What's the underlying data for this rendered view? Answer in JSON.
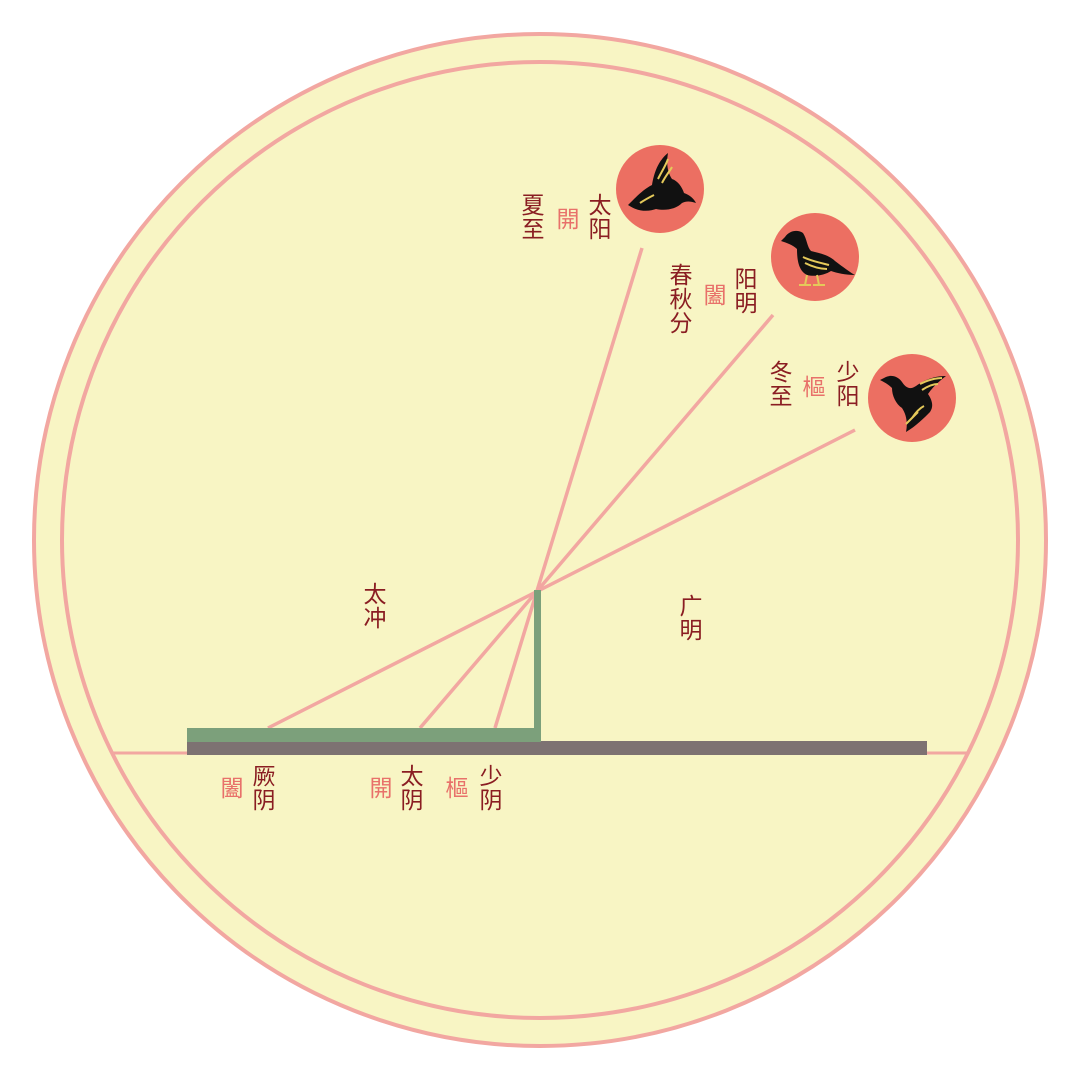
{
  "colors": {
    "background": "#ffffff",
    "disk": "#f8f5c4",
    "ring": "#f2a7a1",
    "ray": "#f2a7a1",
    "ground": "#7d7272",
    "gnomon": "#7ca07b",
    "sun": "#ec6f62",
    "label_dark": "#8a1d22",
    "label_light": "#e8716a",
    "bird_body": "#111111",
    "bird_accent": "#e4c95a"
  },
  "suns": [
    {
      "label": "夏至",
      "gate": "開",
      "meridian": "太阳",
      "bird": "crow-flying-icon"
    },
    {
      "label": "春秋分",
      "gate": "闔",
      "meridian": "阳明",
      "bird": "crow-standing-icon"
    },
    {
      "label": "冬至",
      "gate": "樞",
      "meridian": "少阳",
      "bird": "crow-rising-icon"
    }
  ],
  "regions": [
    {
      "label": "太冲"
    },
    {
      "label": "广明"
    }
  ],
  "shadows": [
    {
      "gate": "闔",
      "meridian": "厥阴"
    },
    {
      "gate": "開",
      "meridian": "太阴"
    },
    {
      "gate": "樞",
      "meridian": "少阴"
    }
  ]
}
